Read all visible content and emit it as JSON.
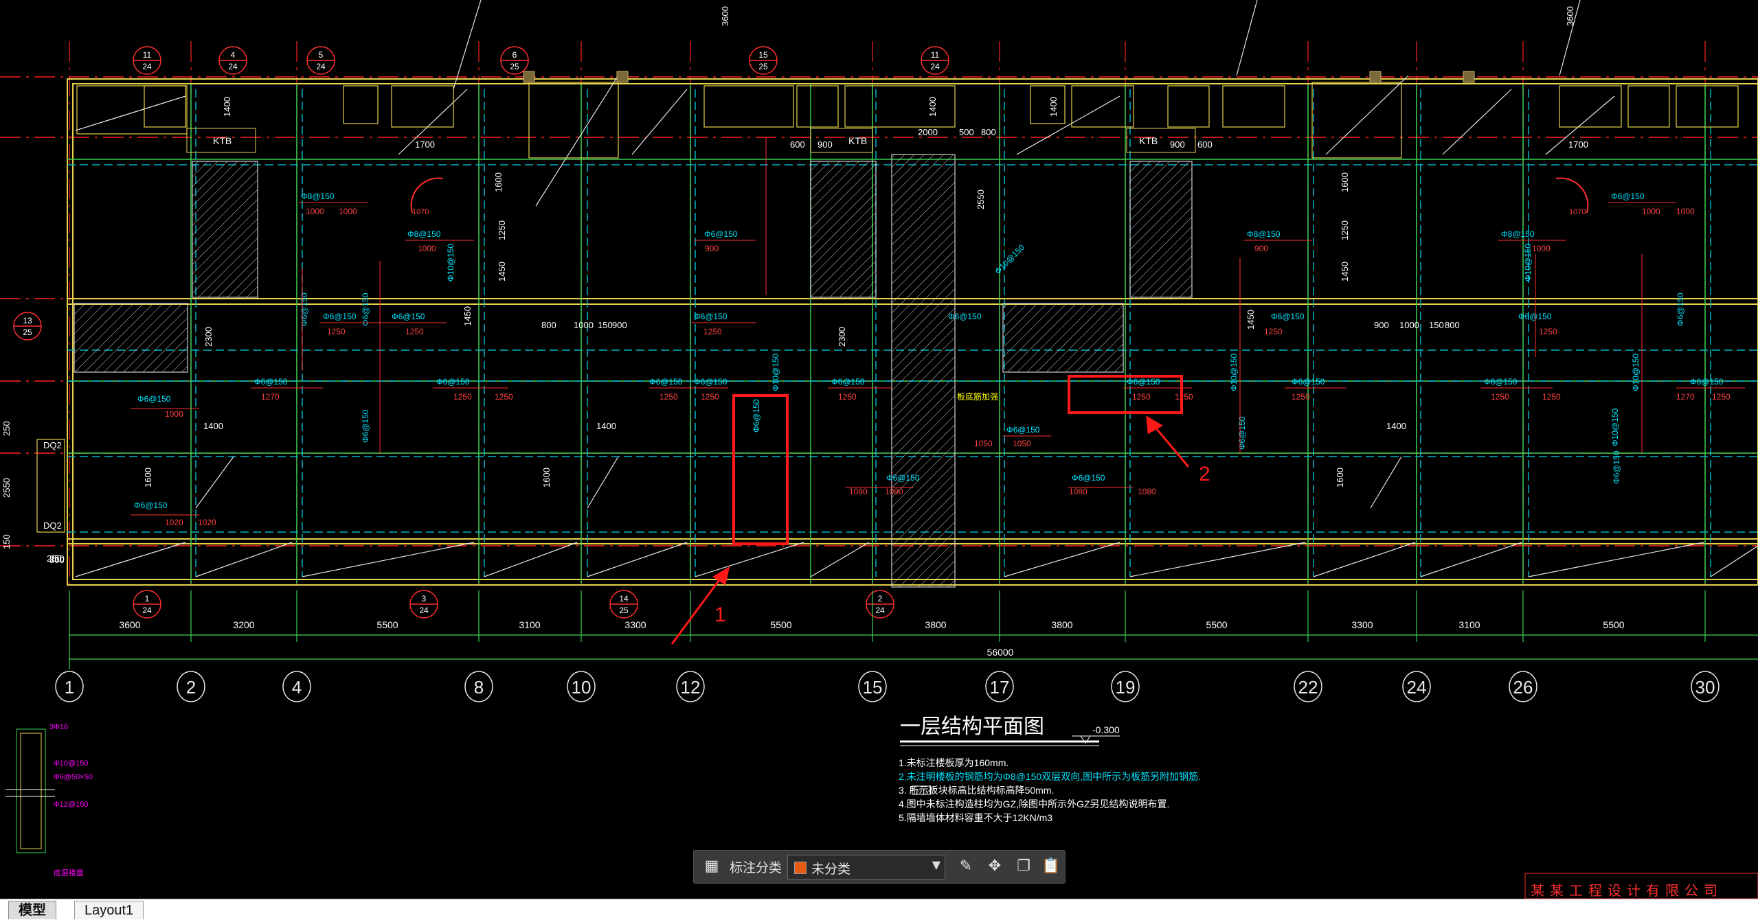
{
  "drawing": {
    "title": "一层结构平面图",
    "elevation": "-0.300",
    "total_dimension": "56000",
    "bay_dimensions": [
      "3600",
      "3200",
      "5500",
      "3100",
      "3300",
      "5500",
      "3800",
      "3800",
      "5500",
      "3300",
      "3100",
      "5500"
    ],
    "axis_labels": [
      "1",
      "2",
      "4",
      "8",
      "10",
      "12",
      "15",
      "17",
      "19",
      "22",
      "24",
      "26",
      "30"
    ],
    "notes": [
      "1.未标注楼板厚为160mm.",
      "2.未注明楼板的钢筋均为Φ8@150双层双向,图中所示为板筋另附加钢筋.",
      "3.      所示板块标高比结构标高降50mm.",
      "4.图中未标注构造柱均为GZ,除图中所示外GZ另见结构说明布置.",
      "5.隔墙墙体材料容重不大于12KN/m3"
    ],
    "annotation_numbers": [
      "1",
      "2"
    ],
    "rebar_labels": [
      "Φ8@150",
      "Φ10@150",
      "Φ6@150"
    ],
    "dim_labels": [
      "1000",
      "1250",
      "1270",
      "1080",
      "1020",
      "1050",
      "900",
      "600",
      "800",
      "1400",
      "1600",
      "1450",
      "1700",
      "2300",
      "2550",
      "250",
      "150",
      "2000",
      "500",
      "KTB",
      "DQ2"
    ],
    "company": "某某工程设计有限公司",
    "column_detail": [
      "3Φ16",
      "Φ10@150",
      "Φ6@50×50",
      "Φ12@150",
      "底层楼面"
    ]
  },
  "annotation_toolbar": {
    "label": "标注分类",
    "selected": "未分类",
    "swatch_color": "#e85a12",
    "icons": [
      "grid-icon",
      "edit-icon",
      "move-icon",
      "copy-icon",
      "paste-icon"
    ]
  },
  "tabs": {
    "model": "模型",
    "layout": "Layout1"
  },
  "colors": {
    "grid_red": "#ff2020",
    "wall_yellow": "#e6d34a",
    "beam_cyan": "#00b4c8",
    "rebar_cyan": "#00e5ff",
    "dim_green": "#39d353",
    "highlight_red": "#ff1a1a",
    "magenta": "#ff00ff"
  }
}
